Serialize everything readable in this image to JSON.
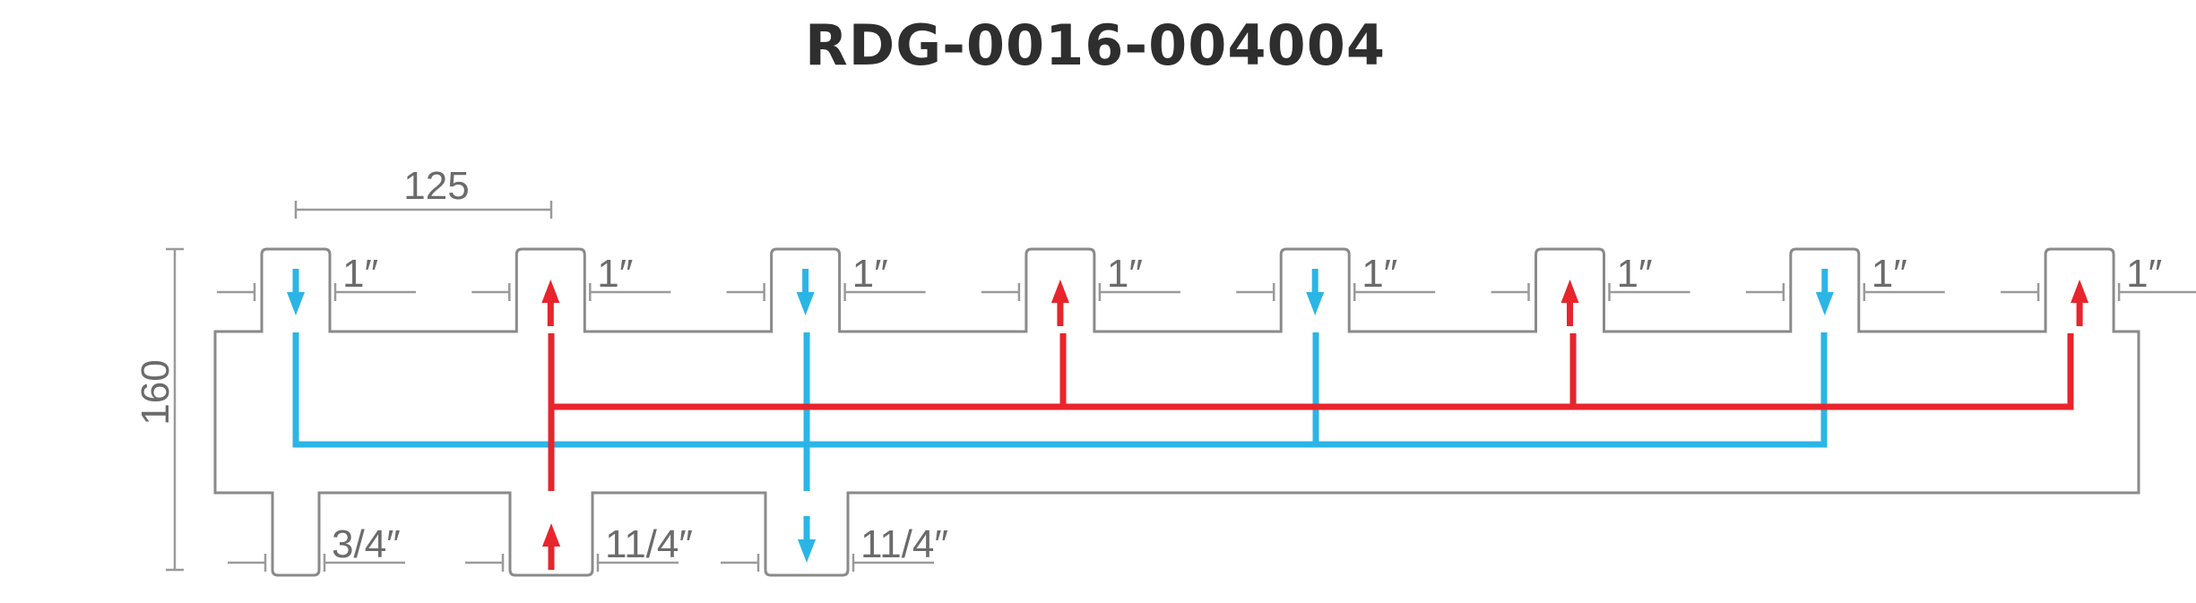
{
  "title": "RDG-0016-004004",
  "dimensions": {
    "port_spacing": "125",
    "height": "160"
  },
  "top_ports": [
    {
      "size": "1″",
      "flow": "supply"
    },
    {
      "size": "1″",
      "flow": "return"
    },
    {
      "size": "1″",
      "flow": "supply"
    },
    {
      "size": "1″",
      "flow": "return"
    },
    {
      "size": "1″",
      "flow": "supply"
    },
    {
      "size": "1″",
      "flow": "return"
    },
    {
      "size": "1″",
      "flow": "supply"
    },
    {
      "size": "1″",
      "flow": "return"
    }
  ],
  "bottom_ports": [
    {
      "size": "3/4″",
      "flow": "none"
    },
    {
      "size": "11/4″",
      "flow": "return"
    },
    {
      "size": "11/4″",
      "flow": "supply"
    }
  ],
  "colors": {
    "return_line": "#e8242c",
    "supply_line": "#2bb5e6",
    "outline": "#8a8a8a"
  }
}
